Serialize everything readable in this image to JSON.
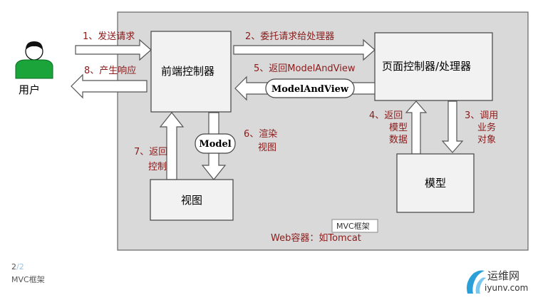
{
  "user": {
    "label": "用户"
  },
  "boxes": {
    "front_controller": "前端控制器",
    "page_controller": "页面控制器/处理器",
    "view": "视图",
    "model": "模型"
  },
  "pills": {
    "model_and_view": "ModelAndView",
    "model": "Model"
  },
  "steps": {
    "s1": "1、发送请求",
    "s2": "2、委托请求给处理器",
    "s3": [
      "3、调用",
      "业务",
      "对象"
    ],
    "s4": [
      "4、返回",
      "模型",
      "数据"
    ],
    "s5": "5、返回ModelAndView",
    "s6": [
      "6、渲染",
      "视图"
    ],
    "s7": [
      "7、返回",
      "控制"
    ],
    "s8": "8、产生响应"
  },
  "container_caption": "Web容器：如Tomcat",
  "tooltip": "MVC框架",
  "footer": {
    "page_current": "2",
    "page_sep_total": "/2",
    "caption": "MVC框架"
  },
  "watermark": {
    "title": "运维网",
    "url": "iyunv.com"
  },
  "colors": {
    "label": "#8b1a1a",
    "container": "#d9d9d9",
    "box": "#f2f2f2",
    "user_shirt": "#1aa43a"
  }
}
